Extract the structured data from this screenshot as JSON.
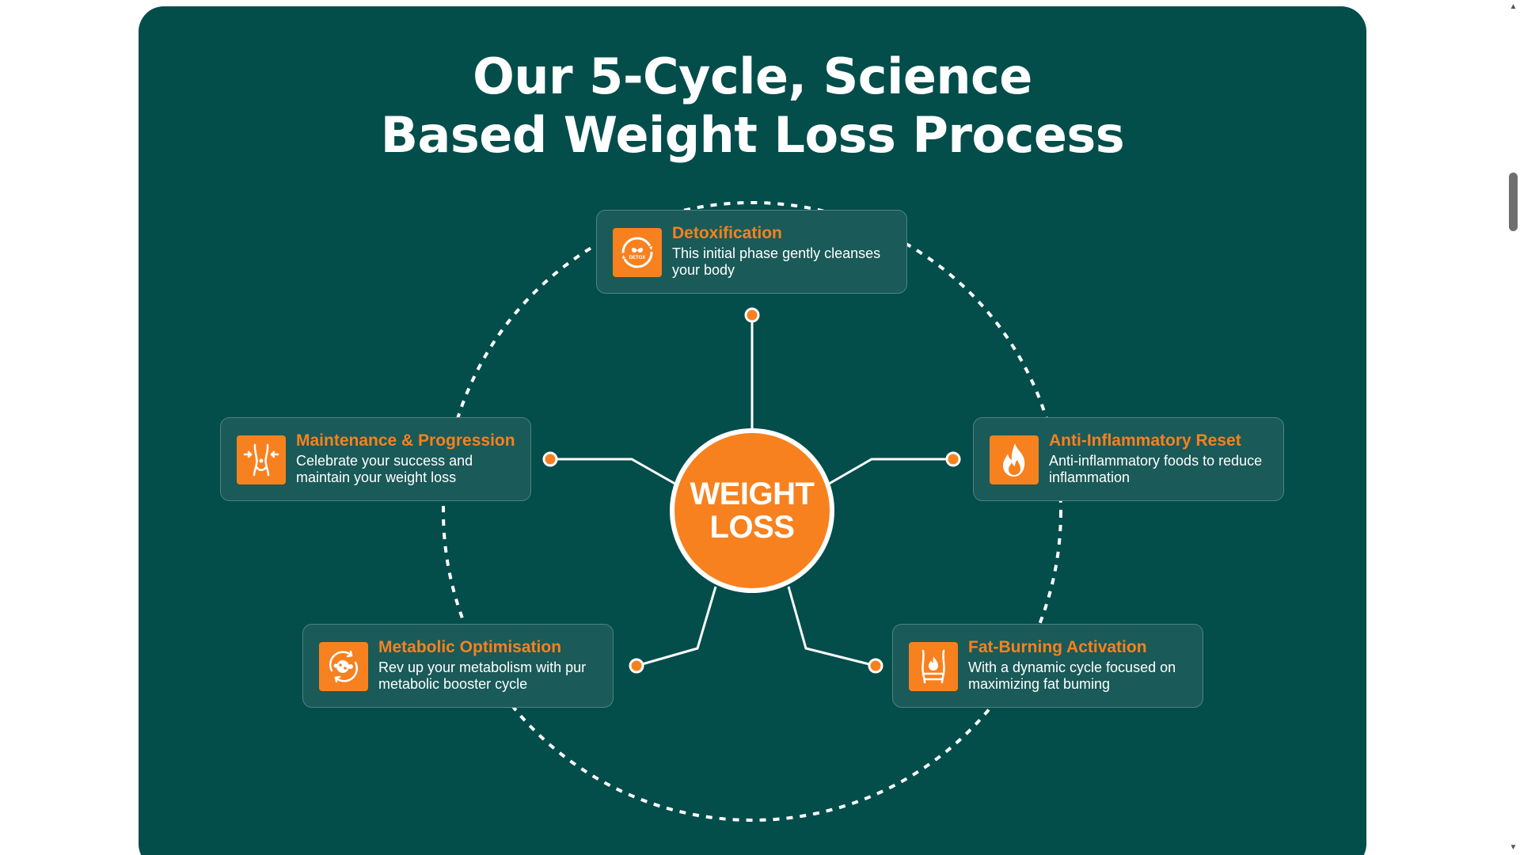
{
  "heading": {
    "line1": "Our 5-Cycle, Science",
    "line2": "Based Weight Loss Process"
  },
  "center": {
    "line1": "WEIGHT",
    "line2": "LOSS"
  },
  "cycles": [
    {
      "title": "Detoxification",
      "description": "This initial phase gently cleanses your body",
      "icon": "detox-icon",
      "icon_text": "DETOX"
    },
    {
      "title": "Anti-Inflammatory Reset",
      "description": "Anti-inflammatory foods to reduce inflammation",
      "icon": "flame-icon"
    },
    {
      "title": "Fat-Burning Activation",
      "description": "With a dynamic cycle focused on maximizing fat buming",
      "icon": "fat-burn-icon"
    },
    {
      "title": "Metabolic Optimisation",
      "description": "Rev up your metabolism with pur metabolic booster cycle",
      "icon": "metabolism-icon"
    },
    {
      "title": "Maintenance & Progression",
      "description": "Celebrate your success and maintain your weight loss",
      "icon": "waist-icon"
    }
  ],
  "colors": {
    "panel_bg": "#034d4b",
    "card_bg": "#1a5a58",
    "accent": "#f7811f",
    "text": "#ffffff"
  }
}
